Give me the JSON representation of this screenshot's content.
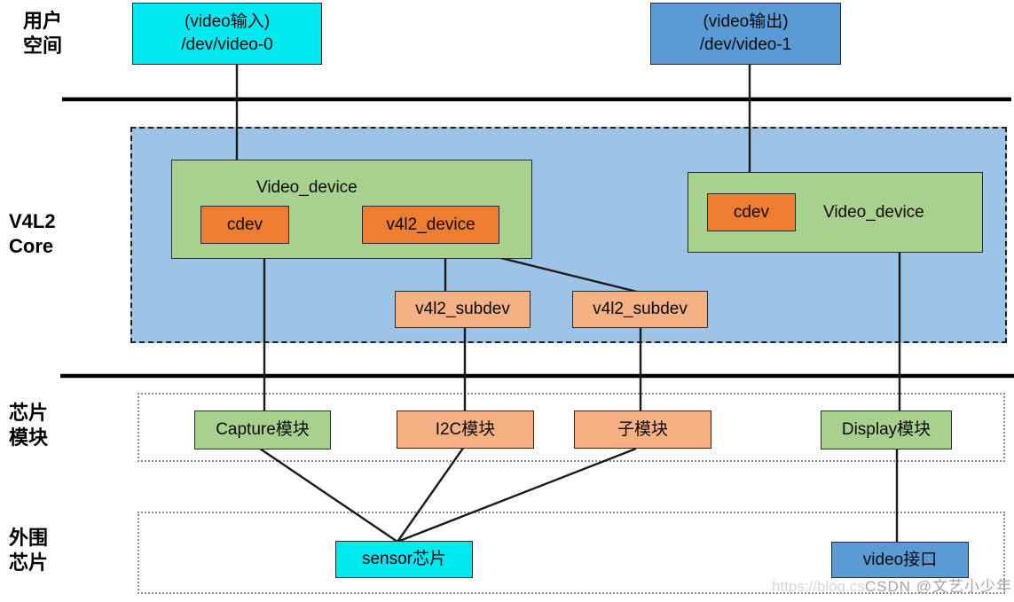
{
  "labels": {
    "user_space": {
      "line1": "用户",
      "line2": "空间"
    },
    "v4l2_core": {
      "line1": "V4L2",
      "line2": "Core"
    },
    "chip_module": {
      "line1": "芯片",
      "line2": "模块"
    },
    "peripheral": {
      "line1": "外围",
      "line2": "芯片"
    }
  },
  "nodes": {
    "video_input": {
      "line1": "(video输入)",
      "line2": "/dev/video-0"
    },
    "video_output": {
      "line1": "(video输出)",
      "line2": "/dev/video-1"
    },
    "video_device_left": "Video_device",
    "cdev_left": "cdev",
    "v4l2_device": "v4l2_device",
    "v4l2_subdev_left": "v4l2_subdev",
    "v4l2_subdev_right": "v4l2_subdev",
    "video_device_right": "Video_device",
    "cdev_right": "cdev",
    "capture_module": "Capture模块",
    "i2c_module": "I2C模块",
    "sub_module": "子模块",
    "display_module": "Display模块",
    "sensor_chip": "sensor芯片",
    "video_interface": "video接口"
  },
  "watermark": {
    "url_text": "https://blog.cs",
    "main_text": "CSDN @文艺小少年"
  },
  "colors": {
    "cyan": "#00e8f0",
    "blue": "#5b9bd5",
    "green": "#a9d18e",
    "orange": "#ed7d31",
    "peach": "#f4b183",
    "region-blue": "#9dc3e6"
  }
}
